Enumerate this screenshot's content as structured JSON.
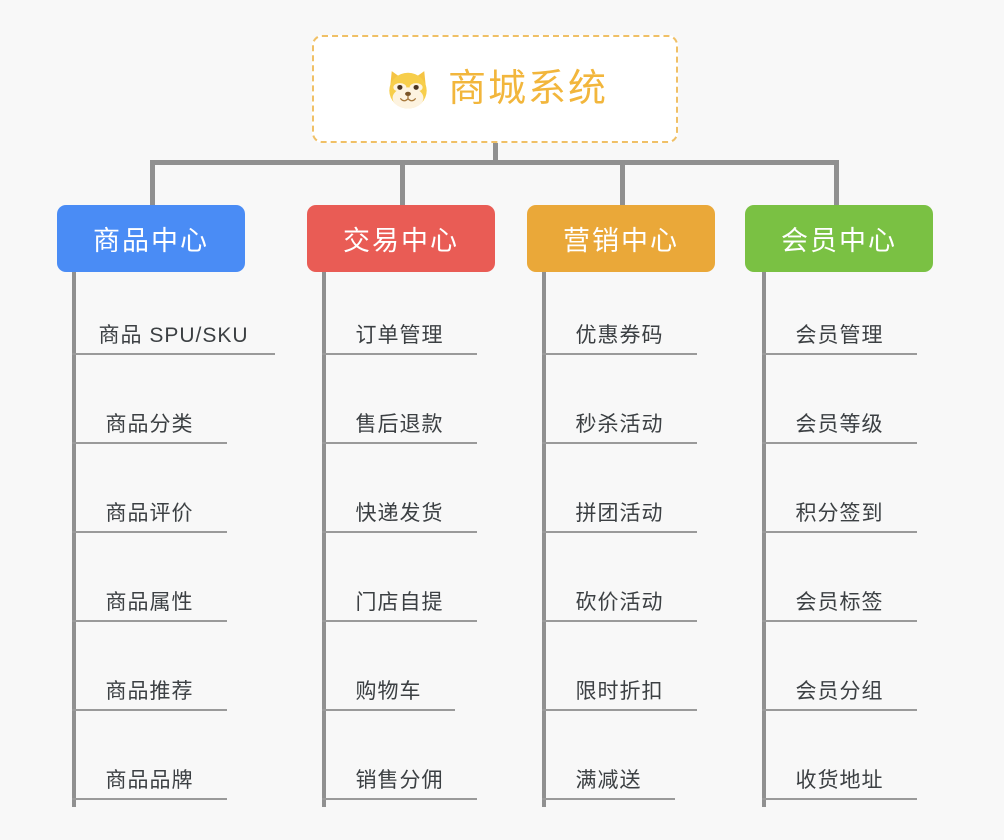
{
  "page": {
    "background_color": "#f8f8f8",
    "connector_color": "#909090",
    "leaf_rule_color": "#9a9a9a",
    "leaf_text_color": "#3c4043"
  },
  "root": {
    "icon": "shiba-inu-dog-face-icon",
    "title": "商城系统",
    "title_color": "#f2b63c",
    "border_color": "#f0c066",
    "border_style": "dashed",
    "background_color": "#ffffff"
  },
  "categories": [
    {
      "label": "商品中心",
      "color": "#4a8cf5",
      "items": [
        "商品 SPU/SKU",
        "商品分类",
        "商品评价",
        "商品属性",
        "商品推荐",
        "商品品牌"
      ]
    },
    {
      "label": "交易中心",
      "color": "#e95c55",
      "items": [
        "订单管理",
        "售后退款",
        "快递发货",
        "门店自提",
        "购物车",
        "销售分佣"
      ]
    },
    {
      "label": "营销中心",
      "color": "#eaa839",
      "items": [
        "优惠券码",
        "秒杀活动",
        "拼团活动",
        "砍价活动",
        "限时折扣",
        "满减送"
      ]
    },
    {
      "label": "会员中心",
      "color": "#7ac143",
      "items": [
        "会员管理",
        "会员等级",
        "积分签到",
        "会员标签",
        "会员分组",
        "收货地址"
      ]
    }
  ]
}
